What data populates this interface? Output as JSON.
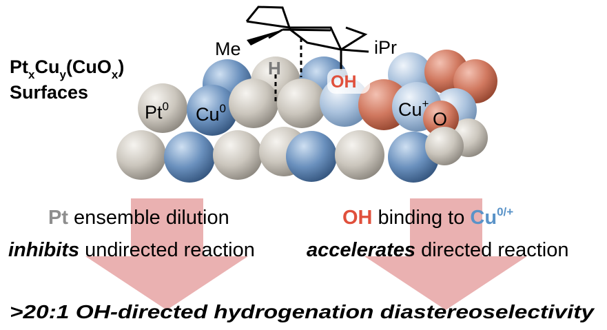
{
  "surface_label": {
    "line1": {
      "base1": "Pt",
      "sub1": "x",
      "base2": "Cu",
      "sub2": "y",
      "base3": "(CuO",
      "sub3": "x",
      "base4": ")"
    },
    "line2": "Surfaces"
  },
  "molecule": {
    "methyl": "Me",
    "isopropyl": "iPr",
    "hydrogen": "H",
    "hydroxyl": "OH"
  },
  "atoms": {
    "pt0": {
      "base": "Pt",
      "sup": "0"
    },
    "cu0": {
      "base": "Cu",
      "sup": "0"
    },
    "cuplus": {
      "base": "Cu",
      "sup": "+"
    },
    "oxygen": "O"
  },
  "left_text": {
    "pt": "Pt",
    "line1_rest": " ensemble dilution",
    "inhibits": "inhibits",
    "line2_rest": " undirected reaction"
  },
  "right_text": {
    "oh": "OH",
    "line1_mid": " binding to ",
    "cu": "Cu",
    "cu_sup": "0/+",
    "accelerates": "accelerates",
    "line2_rest": " directed reaction"
  },
  "result": ">20:1 OH-directed hydrogenation diastereoselectivity",
  "colors": {
    "pt_sphere": "#c8c3ba",
    "cu_sphere": "#5f86b4",
    "cu_light": "#a9c1dc",
    "cuo_sphere": "#cf7a62",
    "oh_red": "#e0503c",
    "cu_blue": "#5a93c8",
    "pt_gray": "#8e8e8e",
    "arrow_pink": "#eab1b1"
  }
}
